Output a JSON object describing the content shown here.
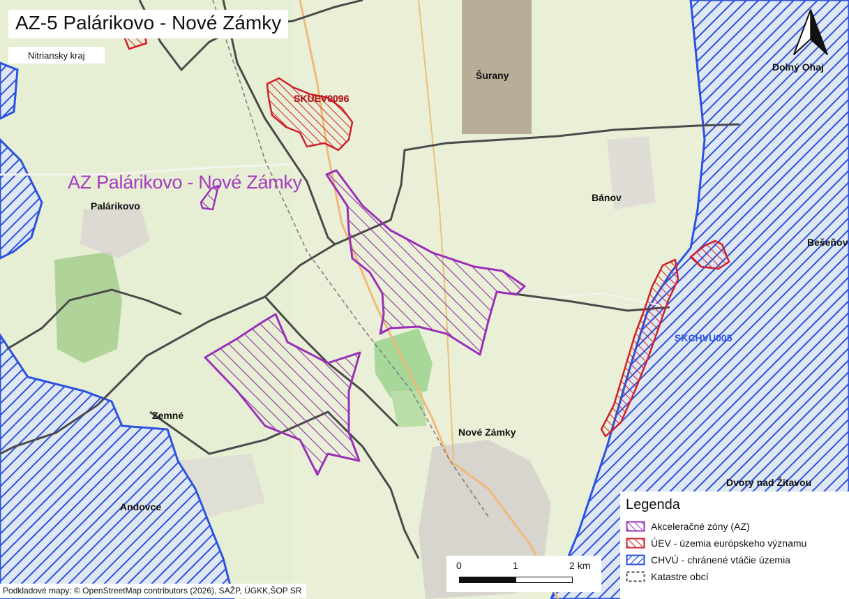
{
  "map": {
    "title": "AZ-5 Palárikovo - Nové Zámky",
    "region": "Nitriansky kraj",
    "zone_label": "AZ Palárikovo - Nové Zámky",
    "place_labels": {
      "surany": "Šurany",
      "dolny_ohaj": "Dolný Ohaj",
      "palarikovo": "Palárikovo",
      "banov": "Bánov",
      "besenov": "Bešeňov",
      "zemne": "Zemné",
      "nove_zamky": "Nové Zámky",
      "dvory": "Dvory nad Žitavou",
      "andovce": "Andovce"
    },
    "area_codes": {
      "uev": "SKUEV0096",
      "chvu": "SKCHVU005"
    },
    "credit": "Podkladové mapy: © OpenStreetMap contributors (2026), SAŽP, ÚGKK,ŠOP SR",
    "colors": {
      "az": "#9b30b8",
      "uev": "#d0202a",
      "chvu": "#2b52e0",
      "cadastre": "#4a4a4a",
      "urban": "#b7ad98"
    }
  },
  "legend": {
    "title": "Legenda",
    "items": [
      {
        "label": "Akceleračné zóny (AZ)"
      },
      {
        "label": "ÚEV - územia európskeho významu"
      },
      {
        "label": "CHVÚ - chránené vtáčie územia"
      },
      {
        "label": "Katastre obcí"
      }
    ]
  },
  "scale": {
    "ticks": [
      "0",
      "1",
      "2 km"
    ]
  }
}
